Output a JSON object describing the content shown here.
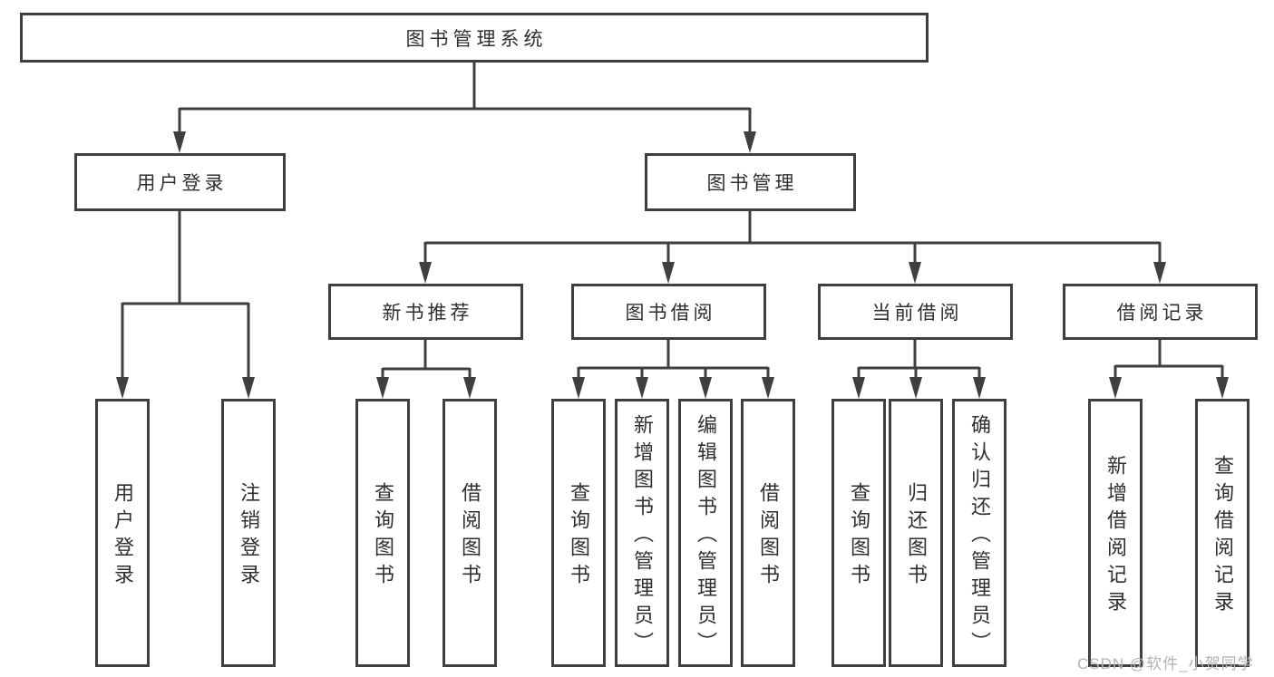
{
  "colors": {
    "line": "#3f3f3f",
    "box_border": "#3f3f3f",
    "text": "#2f2f2f",
    "watermark": "#b3b3b3",
    "background": "#ffffff"
  },
  "diagram": {
    "root": {
      "label": "图书管理系统"
    },
    "level2": [
      {
        "id": "user-login",
        "label": "用户登录"
      },
      {
        "id": "book-management",
        "label": "图书管理"
      }
    ],
    "level3": [
      {
        "id": "new-book-recommend",
        "label": "新书推荐"
      },
      {
        "id": "book-borrowing",
        "label": "图书借阅"
      },
      {
        "id": "current-borrowing",
        "label": "当前借阅"
      },
      {
        "id": "borrowing-records",
        "label": "借阅记录"
      }
    ],
    "leaves": [
      {
        "id": "user-login-leaf",
        "parent": "user-login",
        "label": "用户登录"
      },
      {
        "id": "logout",
        "parent": "user-login",
        "label": "注销登录"
      },
      {
        "id": "query-books-1",
        "parent": "new-book-recommend",
        "label": "查询图书"
      },
      {
        "id": "borrow-books-1",
        "parent": "new-book-recommend",
        "label": "借阅图书"
      },
      {
        "id": "query-books-2",
        "parent": "book-borrowing",
        "label": "查询图书"
      },
      {
        "id": "add-books-admin",
        "parent": "book-borrowing",
        "label": "新增图书（管理员）"
      },
      {
        "id": "edit-books-admin",
        "parent": "book-borrowing",
        "label": "编辑图书（管理员）"
      },
      {
        "id": "borrow-books-2",
        "parent": "book-borrowing",
        "label": "借阅图书"
      },
      {
        "id": "query-books-3",
        "parent": "current-borrowing",
        "label": "查询图书"
      },
      {
        "id": "return-books",
        "parent": "current-borrowing",
        "label": "归还图书"
      },
      {
        "id": "confirm-return-admin",
        "parent": "current-borrowing",
        "label": "确认归还（管理员）"
      },
      {
        "id": "add-borrow-record",
        "parent": "borrowing-records",
        "label": "新增借阅记录"
      },
      {
        "id": "query-borrow-record",
        "parent": "borrowing-records",
        "label": "查询借阅记录"
      }
    ],
    "watermark": "CSDN @软件_小贺同学"
  }
}
